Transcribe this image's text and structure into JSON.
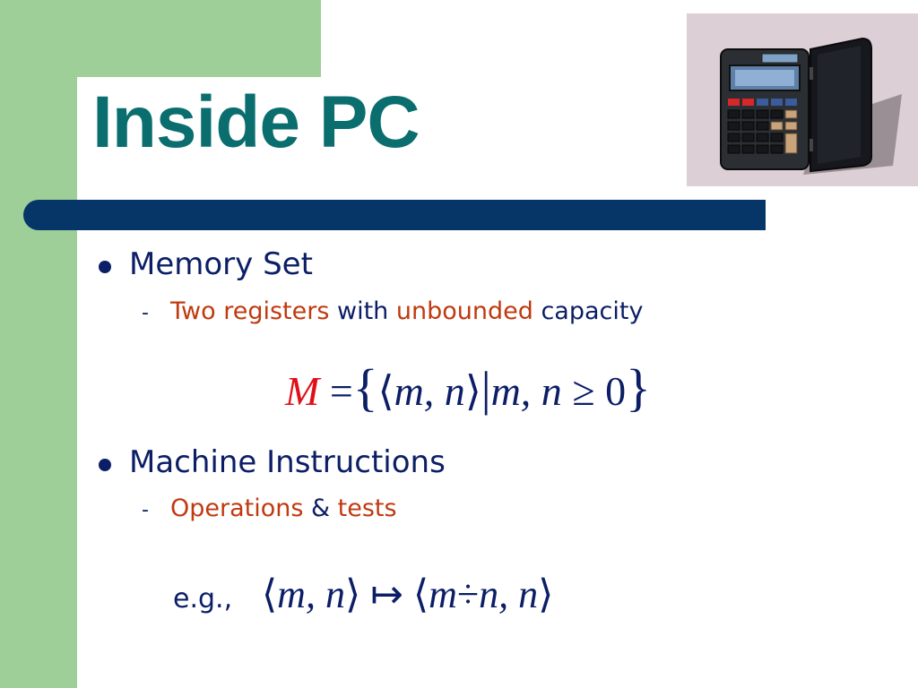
{
  "slide": {
    "title": "Inside PC",
    "bullets": [
      {
        "text": "Memory Set",
        "sub": {
          "parts": [
            "Two registers",
            " with ",
            "unbounded",
            " capacity"
          ]
        }
      },
      {
        "text": "Machine Instructions",
        "sub": {
          "parts": [
            "Operations",
            " & ",
            "tests"
          ]
        }
      }
    ],
    "formula_memory": {
      "lhs": "M",
      "equals": "=",
      "lbrace": "{",
      "langle": "⟨",
      "pair": "m, n",
      "rangle": "⟩",
      "bar": "|",
      "cond_vars": "m, n",
      "geq": "≥",
      "zero": "0",
      "rbrace": "}"
    },
    "example": {
      "label": "e.g.,",
      "left_langle": "⟨",
      "left_pair": "m, n",
      "left_rangle": "⟩",
      "mapsto": "↦",
      "right_langle": "⟨",
      "m": "m",
      "div": "÷",
      "rest": "n, n",
      "right_rangle": "⟩"
    }
  },
  "colors": {
    "green_band": "#9fcf98",
    "title": "#0b6e6e",
    "rule": "#063668",
    "body_text": "#0b1e66",
    "highlight": "#c03a10",
    "math_red": "#e0101a"
  },
  "icons": {
    "picture": "calculator-clipart"
  }
}
